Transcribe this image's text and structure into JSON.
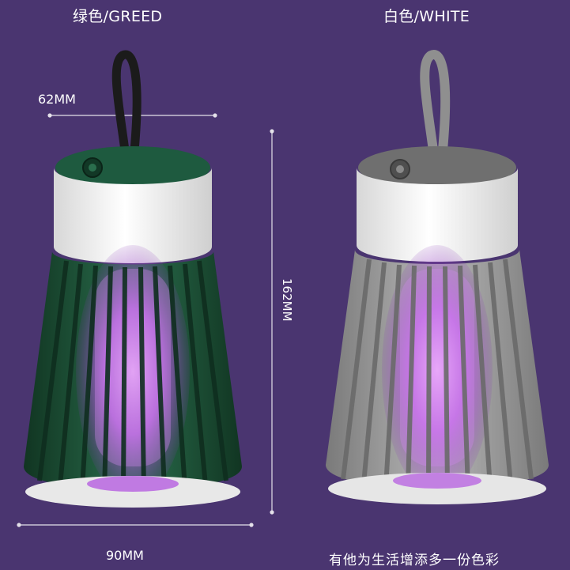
{
  "products": [
    {
      "label": "绿色/GREED",
      "colors": {
        "cage": "#1f5a3e",
        "cage_dark": "#123826",
        "top": "#1e5a3f",
        "strap": "#1b1b1b"
      }
    },
    {
      "label": "白色/WHITE",
      "colors": {
        "cage": "#9a9a9a",
        "cage_dark": "#6e6e6e",
        "top": "#6f6f6f",
        "strap": "#8f8f8f"
      }
    }
  ],
  "dimensions": {
    "width_top": "62MM",
    "height": "162MM",
    "width_bottom": "90MM"
  },
  "slogan": "有他为生活增添多一份色彩",
  "colors": {
    "background": "#4a3570",
    "uv_glow": "#d07ef0",
    "housing": "#f2f2f2"
  }
}
